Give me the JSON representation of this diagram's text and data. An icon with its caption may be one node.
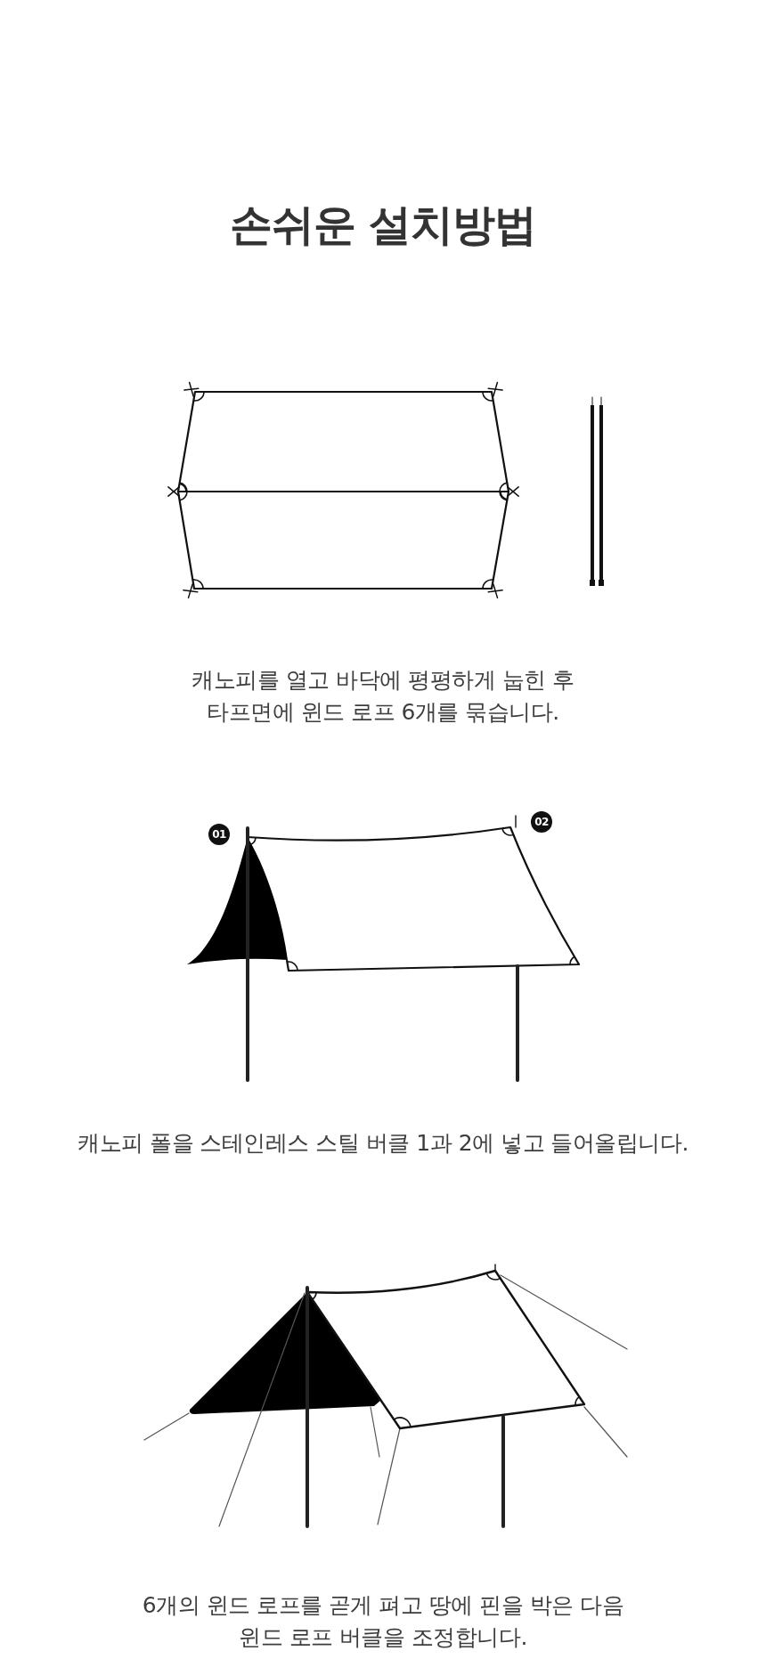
{
  "diagram": {
    "title": "손쉬운 설치방법",
    "labels": [
      "캐노피를 열고 바닥에 평평하게 눕힌 후 타프면에 윈드 로프 6개를 묶습니다.",
      "01",
      "02",
      "캐노피 폴을 스테인레스 스틸 버클 1과 2에 넣고 들어올립니다.",
      "6개의 윈드 로프를 곧게 펴고 땅에 핀을 박은 다음 윈드 로프 버클을 조정합니다."
    ]
  }
}
